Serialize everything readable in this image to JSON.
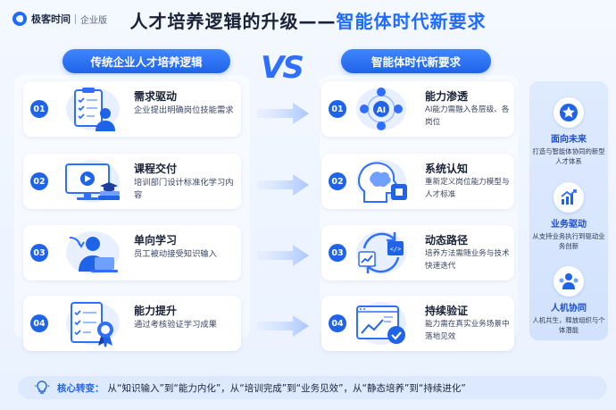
{
  "logo": {
    "name": "极客时间",
    "sub": "企业版"
  },
  "title": {
    "part1": "人才培养逻辑的升级——",
    "part2": "智能体时代新要求"
  },
  "left_header": "传统企业人才培养逻辑",
  "right_header": "智能体时代新要求",
  "vs": "VS",
  "left_cards": [
    {
      "num": "01",
      "title": "需求驱动",
      "desc": "企业提出明确岗位技能需求",
      "icon": "clipboard-person-icon"
    },
    {
      "num": "02",
      "title": "课程交付",
      "desc": "培训部门设计标准化学习内容",
      "icon": "video-course-icon"
    },
    {
      "num": "03",
      "title": "单向学习",
      "desc": "员工被动接受知识输入",
      "icon": "person-laptop-icon"
    },
    {
      "num": "04",
      "title": "能力提升",
      "desc": "通过考核验证学习成果",
      "icon": "certificate-icon"
    }
  ],
  "right_cards": [
    {
      "num": "01",
      "title": "能力渗透",
      "desc": "AI能力需融入各层级、各岗位",
      "icon": "ai-network-icon"
    },
    {
      "num": "02",
      "title": "系统认知",
      "desc": "重新定义岗位能力模型与人才标准",
      "icon": "brain-head-icon"
    },
    {
      "num": "03",
      "title": "动态路径",
      "desc": "培养方法需随业务与技术快速迭代",
      "icon": "cycle-chart-icon"
    },
    {
      "num": "04",
      "title": "持续验证",
      "desc": "能力需在真实业务场景中落地见效",
      "icon": "dashboard-check-icon"
    }
  ],
  "side": [
    {
      "title": "面向未来",
      "desc": "打造与智能体协同的新型人才体系",
      "icon": "star-icon"
    },
    {
      "title": "业务驱动",
      "desc": "从支持业务执行到驱动业务创新",
      "icon": "growth-chart-icon"
    },
    {
      "title": "人机协同",
      "desc": "人机共生，释放组织与个体潜能",
      "icon": "people-icon"
    }
  ],
  "bottom": {
    "label": "核心转变：",
    "text": "从“知识输入”到“能力内化”，从“培训完成”到“业务见效”，从“静态培养”到“持续进化”",
    "icon": "lightbulb-icon"
  },
  "colors": {
    "primary": "#1f63e8",
    "title_accent": "#1f6bff",
    "text": "#1a2236"
  }
}
